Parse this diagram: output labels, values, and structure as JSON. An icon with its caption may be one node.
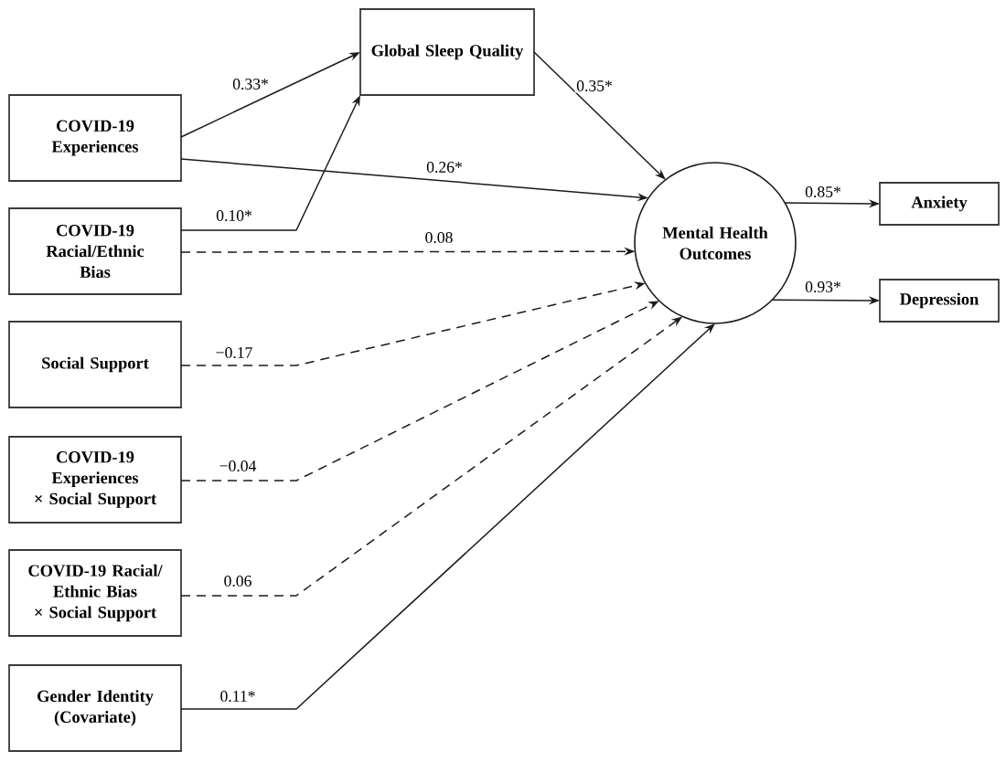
{
  "diagram": {
    "nodes": [
      {
        "text": [
          "Global Sleep Quality"
        ]
      },
      {
        "text": [
          "COVID-19 Experiences"
        ]
      },
      {
        "text": [
          "COVID-19 Racial/Ethnic Bias"
        ]
      },
      {
        "text": [
          "Social Support"
        ]
      },
      {
        "text": [
          "COVID-19 Experiences × Social Support"
        ]
      },
      {
        "text": [
          "COVID-19 Racial/ Ethnic Bias × Social Support"
        ]
      },
      {
        "text": [
          "Gender Identity (Covariate)"
        ]
      },
      {
        "text": [
          "Mental Health Outcomes"
        ]
      },
      {
        "text": [
          "Anxiety"
        ]
      },
      {
        "text": [
          "Depression"
        ]
      }
    ],
    "edges": [
      {
        "from": 1,
        "to": 0,
        "arrow": "to",
        "label": "0.33*"
      },
      {
        "from": 2,
        "to": 0,
        "arrow": "to",
        "label": "0.10*"
      },
      {
        "from": 1,
        "to": 7,
        "arrow": "to",
        "label": "0.26*"
      },
      {
        "from": 0,
        "to": 7,
        "arrow": "to",
        "label": "0.35*"
      },
      {
        "from": 2,
        "to": 7,
        "arrow": "to",
        "label": "0.08",
        "style": "dashed"
      },
      {
        "from": 3,
        "to": 7,
        "arrow": "to",
        "label": "−0.17",
        "style": "dashed"
      },
      {
        "from": 4,
        "to": 7,
        "arrow": "to",
        "label": "−0.04",
        "style": "dashed"
      },
      {
        "from": 5,
        "to": 7,
        "arrow": "to",
        "label": "0.06",
        "style": "dashed"
      },
      {
        "from": 6,
        "to": 7,
        "arrow": "to",
        "label": "0.11*"
      },
      {
        "from": 7,
        "to": 8,
        "arrow": "to",
        "label": "0.85*"
      },
      {
        "from": 7,
        "to": 9,
        "arrow": "to",
        "label": "0.93*"
      }
    ]
  }
}
